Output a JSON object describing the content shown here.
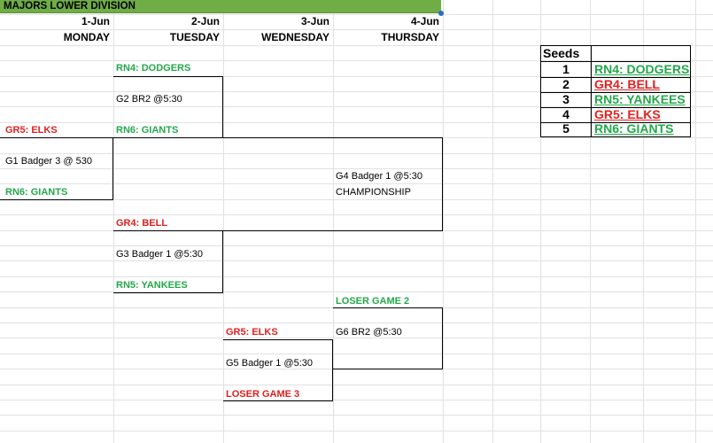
{
  "sheet": {
    "title": "MAJORS LOWER DIVISION"
  },
  "days": [
    {
      "date": "1-Jun",
      "weekday": "MONDAY"
    },
    {
      "date": "2-Jun",
      "weekday": "TUESDAY"
    },
    {
      "date": "3-Jun",
      "weekday": "WEDNESDAY"
    },
    {
      "date": "4-Jun",
      "weekday": "THURSDAY"
    }
  ],
  "bracket": {
    "g2_top_team": "RN4: DODGERS",
    "g2_game": "G2 BR2 @5:30",
    "g2_bottom_team": "RN6: GIANTS",
    "g1_top_team": "GR5: ELKS",
    "g1_game": "G1 Badger 3 @ 530",
    "g1_bottom_team": "RN6: GIANTS",
    "g4_game": "G4 Badger 1 @5:30",
    "g4_label": "CHAMPIONSHIP",
    "g3_top_team": "GR4: BELL",
    "g3_game": "G3 Badger 1 @5:30",
    "g3_bottom_team": "RN5: YANKEES",
    "g6_top_team": "LOSER GAME 2",
    "g6_game": "G6 BR2 @5:30",
    "g5_top_team": "GR5: ELKS",
    "g5_game": "G5 Badger 1 @5:30",
    "g5_bottom_team": "LOSER GAME 3"
  },
  "seeds": {
    "title": "Seeds",
    "rows": [
      {
        "num": "1",
        "team": "RN4: DODGERS",
        "color": "#23a84a"
      },
      {
        "num": "2",
        "team": "GR4: BELL",
        "color": "#e02020"
      },
      {
        "num": "3",
        "team": "RN5: YANKEES",
        "color": "#23a84a"
      },
      {
        "num": "4",
        "team": "GR5: ELKS",
        "color": "#e02020"
      },
      {
        "num": "5",
        "team": "RN6: GIANTS",
        "color": "#23a84a"
      }
    ]
  },
  "colors": {
    "title_fill": "#70ad47",
    "green_team": "#23a84a",
    "red_team": "#e02020",
    "gridline": "#e1e1e1"
  }
}
